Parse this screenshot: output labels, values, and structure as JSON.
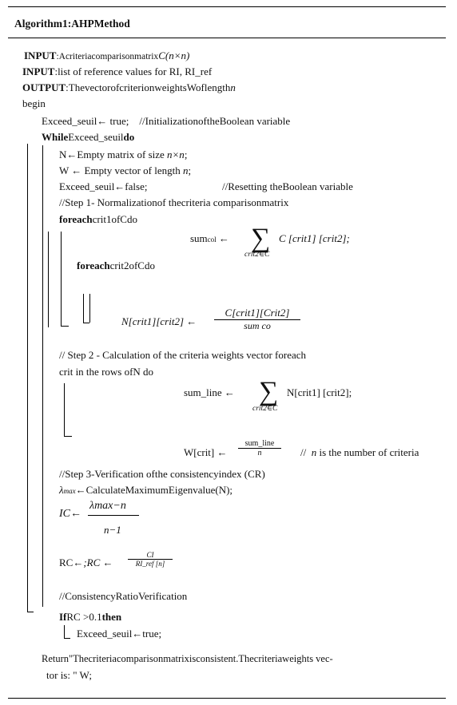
{
  "title": "Algorithm1:AHPMethod",
  "lines": {
    "input1_kw": "INPUT",
    "input1_text": ":Acriteriacomparisonmatrix",
    "input1_math": "C(n×n)",
    "input2_kw": "INPUT",
    "input2_text": ":list of reference values for RI, RI_ref",
    "output_kw": "OUTPUT",
    "output_text": ":Thevectorofcriterionweights",
    "output_w": "W",
    "output_tail": "oflength",
    "output_n": "n",
    "begin": "begin",
    "init": "Exceed_seuil← true;",
    "init_comment": "//Initializationofthe",
    "init_comment2": "Boolean variable",
    "while_kw": "While",
    "while_cond": "Exceed_seuil",
    "while_do": "do",
    "n_init": "N←Empty matrix of size ",
    "n_init_math": "n×n",
    "n_init_end": ";",
    "w_init": "W ← Empty vector of length ",
    "w_init_math": "n",
    "w_init_end": ";",
    "reset": "Exceed_seuil←false;",
    "reset_comment": "//Resetting theBoolean variable",
    "step1": "//Step 1- Normalizationof thecriteria comparisonmatrix",
    "foreach1_kw": "foreach",
    "foreach1_text": "crit1ofC",
    "foreach1_do": "do",
    "sumcol_lhs": "sum",
    "sumcol_sub": "col",
    "sumcol_arrow": "←",
    "sumcol_under": "crit2∈C",
    "sumcol_rhs": "C [crit1] [crit2];",
    "foreach2_kw": "foreach",
    "foreach2_text": "crit2ofC",
    "foreach2_do": "do",
    "norm_lhs": "N[crit1][crit2] ←",
    "norm_num": "C[crit1][Crit2]",
    "norm_den": "sum co",
    "step2a": "// Step 2 - Calculation of the criteria weights vector foreach",
    "step2b": "crit in the rows ofN do",
    "sumline_lhs": "sum_line ←",
    "sumline_under": "crit2∈C",
    "sumline_rhs": "N[crit1] [crit2];",
    "wcrit_lhs": "W[crit] ←",
    "wcrit_num": "sum_line",
    "wcrit_den": "n",
    "wcrit_comment": "//",
    "wcrit_comment_n": "n",
    "wcrit_comment_tail": "is the number of criteria",
    "step3": "//Step 3-Verification ofthe consistencyindex (CR)",
    "lambda_sym": "λ",
    "lambda_sub": "max",
    "lambda_text": "←CalculateMaximumEigenvalue(N);",
    "ic_lhs": "IC←",
    "ic_num": "λmax−n",
    "ic_den": "n−1",
    "rc_text": "RC←",
    "rc_math": ";RC ←",
    "rc_num": "CI",
    "rc_den": "RI_ref [n]",
    "crv": "//ConsistencyRatioVerification",
    "if_kw": "If",
    "if_cond": "RC >0.1",
    "if_then": "then",
    "exceed_true": "Exceed_seuil←true;",
    "return1": "Return\"Thecriteriacomparisonmatrixisconsistent.Thecriteriaweights   vec-",
    "return2": "tor is: \" W;"
  }
}
